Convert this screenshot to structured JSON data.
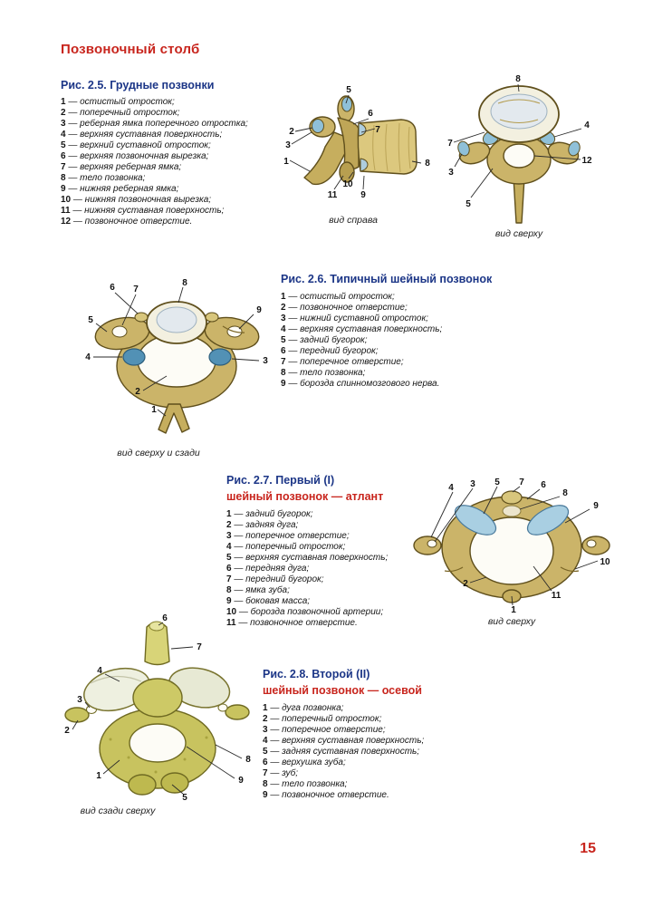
{
  "page": {
    "title": "Позвоночный столб",
    "page_number": "15"
  },
  "colors": {
    "accent_red": "#c8251d",
    "heading_blue": "#1c3687"
  },
  "figures": [
    {
      "title": "Рис. 2.5. Грудные позвонки",
      "items": [
        {
          "num": "1",
          "text": "— остистый отросток;"
        },
        {
          "num": "2",
          "text": "— поперечный отросток;"
        },
        {
          "num": "3",
          "text": "— реберная ямка поперечного отростка;"
        },
        {
          "num": "4",
          "text": "— верхняя суставная поверхность;"
        },
        {
          "num": "5",
          "text": "— верхний суставной отросток;"
        },
        {
          "num": "6",
          "text": "— верхняя позвоночная вырезка;"
        },
        {
          "num": "7",
          "text": "— верхняя реберная ямка;"
        },
        {
          "num": "8",
          "text": "— тело позвонка;"
        },
        {
          "num": "9",
          "text": "— нижняя реберная ямка;"
        },
        {
          "num": "10",
          "text": "— нижняя позвоночная вырезка;"
        },
        {
          "num": "11",
          "text": "— нижняя суставная поверхность;"
        },
        {
          "num": "12",
          "text": "— позвоночное отверстие."
        }
      ],
      "captions": [
        "вид справа",
        "вид сверху"
      ]
    },
    {
      "title": "Рис. 2.6. Типичный шейный позвонок",
      "items": [
        {
          "num": "1",
          "text": "— остистый отросток;"
        },
        {
          "num": "2",
          "text": "— позвоночное отверстие;"
        },
        {
          "num": "3",
          "text": "— нижний суставной отросток;"
        },
        {
          "num": "4",
          "text": "— верхняя суставная поверхность;"
        },
        {
          "num": "5",
          "text": "— задний бугорок;"
        },
        {
          "num": "6",
          "text": "— передний бугорок;"
        },
        {
          "num": "7",
          "text": "— поперечное отверстие;"
        },
        {
          "num": "8",
          "text": "— тело позвонка;"
        },
        {
          "num": "9",
          "text": "— борозда спинномозгового нерва."
        }
      ],
      "captions": [
        "вид сверху и сзади"
      ]
    },
    {
      "title": "Рис. 2.7. Первый (I)",
      "title2": "шейный позвонок — атлант",
      "items": [
        {
          "num": "1",
          "text": "— задний бугорок;"
        },
        {
          "num": "2",
          "text": "— задняя дуга;"
        },
        {
          "num": "3",
          "text": "— поперечное отверстие;"
        },
        {
          "num": "4",
          "text": "— поперечный отросток;"
        },
        {
          "num": "5",
          "text": "— верхняя суставная поверхность;"
        },
        {
          "num": "6",
          "text": "— передняя дуга;"
        },
        {
          "num": "7",
          "text": "— передний бугорок;"
        },
        {
          "num": "8",
          "text": "— ямка зуба;"
        },
        {
          "num": "9",
          "text": "— боковая масса;"
        },
        {
          "num": "10",
          "text": "— борозда позвоночной артерии;"
        },
        {
          "num": "11",
          "text": "— позвоночное отверстие."
        }
      ],
      "captions": [
        "вид сверху"
      ]
    },
    {
      "title": "Рис. 2.8. Второй (II)",
      "title2": "шейный позвонок — осевой",
      "items": [
        {
          "num": "1",
          "text": "— дуга позвонка;"
        },
        {
          "num": "2",
          "text": "— поперечный отросток;"
        },
        {
          "num": "3",
          "text": "— поперечное отверстие;"
        },
        {
          "num": "4",
          "text": "— верхняя суставная поверхность;"
        },
        {
          "num": "5",
          "text": "— задняя суставная поверхность;"
        },
        {
          "num": "6",
          "text": "— верхушка зуба;"
        },
        {
          "num": "7",
          "text": "— зуб;"
        },
        {
          "num": "8",
          "text": "— тело позвонка;"
        },
        {
          "num": "9",
          "text": "— позвоночное отверстие."
        }
      ],
      "captions": [
        "вид сзади сверху"
      ]
    }
  ]
}
